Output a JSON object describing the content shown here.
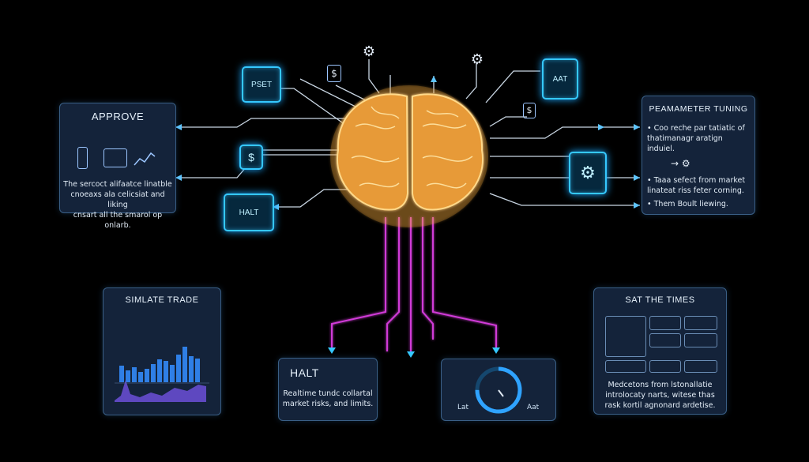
{
  "approve": {
    "title": "APPROVE",
    "text_lines": [
      "The sercoct alifaatce linatble",
      "cnoeaxs ala celicsiat and liking",
      "cnsart all the smarol op onlarb."
    ]
  },
  "node_pset": "PSET",
  "node_halt_small": "HALT",
  "node_aat": "AAT",
  "param": {
    "title": "PEAMAMETER TUNING",
    "lines": [
      "• Coo reche par tatiatic of",
      "thatimanagr aratign induiel.",
      "• Taaa sefect from market",
      "linateat riss feter corning.",
      "• Them Boult liewing."
    ]
  },
  "simulate": {
    "title": "SIMLATE TRADE"
  },
  "halt": {
    "title": "HALT",
    "text_lines": [
      "Realtime tundc collartal",
      "market risks, and limits."
    ]
  },
  "gauge": {
    "left_label": "Lat",
    "right_label": "Aat",
    "level": 0.75
  },
  "times": {
    "title": "SAT THE TIMES",
    "text_lines": [
      "Medcetons from lstonallatie",
      "introlocaty narts, witese thas",
      "rask kortil agnonard ardetise."
    ]
  },
  "colors": {
    "accent": "#35c8ff",
    "magenta": "#d13ad8",
    "brain": "#f3b040",
    "panel": "#14233a"
  },
  "icons": [
    "dollar-tag-icon",
    "gear-icon",
    "document-icon",
    "line-chart-icon",
    "phone-icon"
  ]
}
